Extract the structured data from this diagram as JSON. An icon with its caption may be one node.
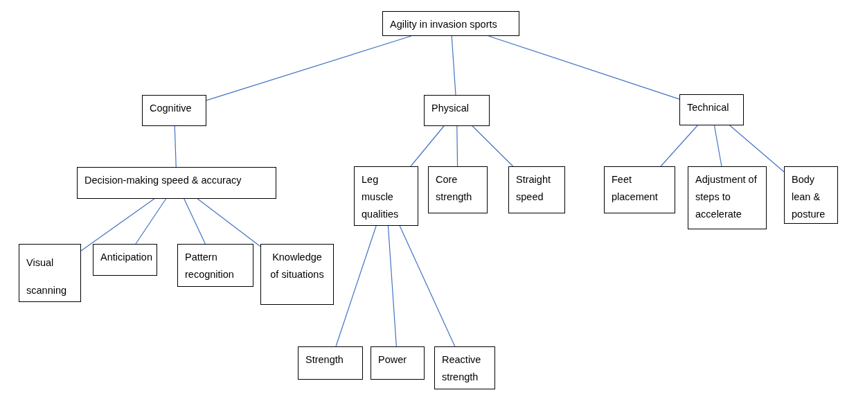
{
  "diagram": {
    "nodes": [
      {
        "text": [
          "Agility in invasion sports"
        ]
      },
      {
        "text": [
          "Cognitive"
        ]
      },
      {
        "text": [
          "Physical"
        ]
      },
      {
        "text": [
          "Technical"
        ]
      },
      {
        "text": [
          "Decision-making speed & accuracy"
        ]
      },
      {
        "text": [
          "Visual scanning"
        ]
      },
      {
        "text": [
          "Anticipation"
        ]
      },
      {
        "text": [
          "Pattern recognition"
        ]
      },
      {
        "text": [
          "Knowledge of situations"
        ]
      },
      {
        "text": [
          "Leg muscle qualities"
        ]
      },
      {
        "text": [
          "Core strength"
        ]
      },
      {
        "text": [
          "Straight speed"
        ]
      },
      {
        "text": [
          "Feet placement"
        ]
      },
      {
        "text": [
          "Adjustment of steps to accelerate"
        ]
      },
      {
        "text": [
          "Body lean & posture"
        ]
      },
      {
        "text": [
          "Strength"
        ]
      },
      {
        "text": [
          "Power"
        ]
      },
      {
        "text": [
          "Reactive strength"
        ]
      }
    ],
    "edges": [
      {
        "from": 0,
        "to": 1,
        "arrow": "none"
      },
      {
        "from": 0,
        "to": 2,
        "arrow": "none"
      },
      {
        "from": 0,
        "to": 3,
        "arrow": "none"
      },
      {
        "from": 1,
        "to": 4,
        "arrow": "none"
      },
      {
        "from": 4,
        "to": 5,
        "arrow": "none"
      },
      {
        "from": 4,
        "to": 6,
        "arrow": "none"
      },
      {
        "from": 4,
        "to": 7,
        "arrow": "none"
      },
      {
        "from": 4,
        "to": 8,
        "arrow": "none"
      },
      {
        "from": 2,
        "to": 9,
        "arrow": "none"
      },
      {
        "from": 2,
        "to": 10,
        "arrow": "none"
      },
      {
        "from": 2,
        "to": 11,
        "arrow": "none"
      },
      {
        "from": 3,
        "to": 12,
        "arrow": "none"
      },
      {
        "from": 3,
        "to": 13,
        "arrow": "none"
      },
      {
        "from": 3,
        "to": 14,
        "arrow": "none"
      },
      {
        "from": 9,
        "to": 15,
        "arrow": "none"
      },
      {
        "from": 9,
        "to": 16,
        "arrow": "none"
      },
      {
        "from": 9,
        "to": 17,
        "arrow": "none"
      }
    ]
  }
}
